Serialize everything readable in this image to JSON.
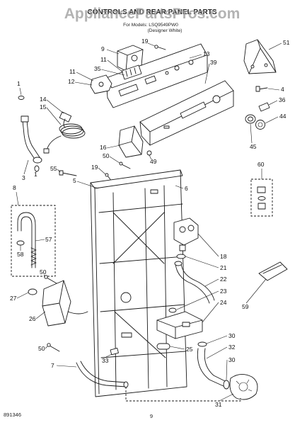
{
  "header": {
    "title": "CONTROLS AND REAR PANEL PARTS",
    "models": "For Models: LSQ9549PW0",
    "variant": "(Designer White)"
  },
  "watermark": "AppliancePartsPros.com",
  "callouts": [
    "9",
    "19",
    "11",
    "35",
    "11",
    "12",
    "13",
    "39",
    "51",
    "4",
    "36",
    "44",
    "45",
    "1",
    "14",
    "15",
    "16",
    "50",
    "49",
    "19",
    "55",
    "5",
    "3",
    "1",
    "6",
    "8",
    "60",
    "57",
    "58",
    "18",
    "21",
    "22",
    "23",
    "24",
    "50",
    "27",
    "26",
    "59",
    "50",
    "25",
    "7",
    "33",
    "30",
    "32",
    "30",
    "31"
  ],
  "footer": {
    "code": "891346",
    "page": "9"
  }
}
